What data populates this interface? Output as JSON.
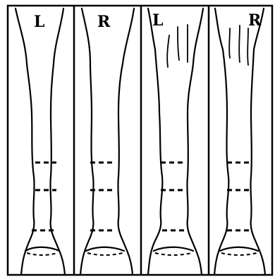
{
  "diagram": {
    "legs": [
      {
        "label": "L",
        "view": "front"
      },
      {
        "label": "R",
        "view": "front"
      },
      {
        "label": "L",
        "view": "hind"
      },
      {
        "label": "R",
        "view": "hind"
      }
    ]
  }
}
